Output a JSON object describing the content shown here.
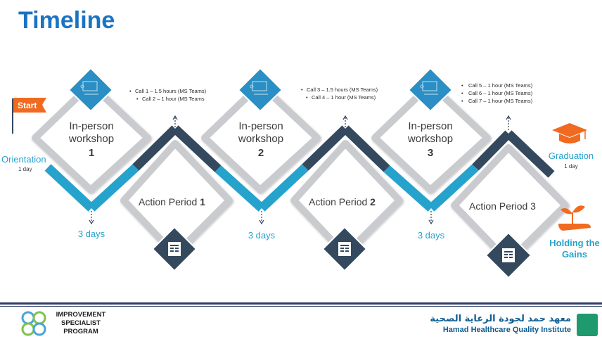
{
  "title": "Timeline",
  "start_flag": "Start",
  "orientation": {
    "label": "Orientation",
    "duration": "1 day"
  },
  "workshops": [
    {
      "line1": "In-person",
      "line2": "workshop",
      "number": "1"
    },
    {
      "line1": "In-person",
      "line2": "workshop",
      "number": "2"
    },
    {
      "line1": "In-person",
      "line2": "workshop",
      "number": "3"
    }
  ],
  "action_periods": [
    {
      "label": "Action Period ",
      "number": "1"
    },
    {
      "label": "Action Period ",
      "number": "2"
    },
    {
      "label": "Action Period 3",
      "number": ""
    }
  ],
  "days_labels": [
    "3 days",
    "3 days",
    "3 days"
  ],
  "calls": [
    [
      "Call 1 – 1.5 hours (MS Teams)",
      "Call 2 – 1 hour (MS Teams"
    ],
    [
      "Call 3 – 1.5 hours (MS Teams)",
      "Call 4 – 1 hour (MS Teams)"
    ],
    [
      "Call 5 – 1 hour (MS Teams)",
      "Call 6 – 1 hour (MS Teams)",
      "Call 7 – 1 hour (MS Teams)"
    ]
  ],
  "graduation": {
    "label": "Graduation",
    "duration": "1 day"
  },
  "holding": {
    "line1": "Holding the",
    "line2": "Gains"
  },
  "footer": {
    "program_line1": "IMPROVEMENT",
    "program_line2": "SPECIALIST",
    "program_line3": "PROGRAM",
    "institute_ar": "معهد حمد لجودة الرعاية الصحية",
    "institute_en": "Hamad Healthcare Quality Institute"
  },
  "colors": {
    "title": "#1b73c2",
    "teal": "#26a3cc",
    "dark": "#34495e",
    "light_track": "#d4d6da",
    "orange": "#f06a20",
    "text": "#3a3a3a"
  }
}
